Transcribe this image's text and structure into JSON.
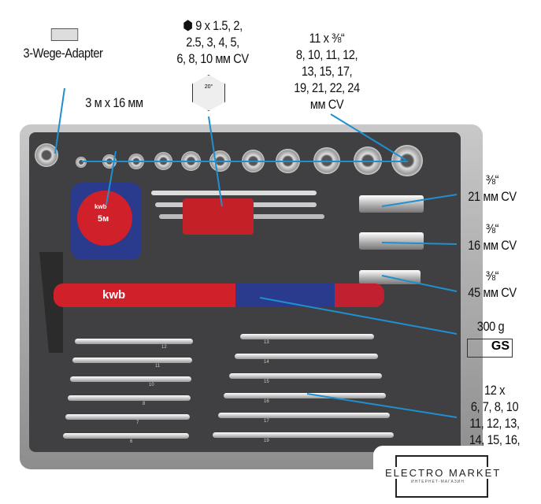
{
  "labels": {
    "adapter": "3-Wege-Adapter",
    "tape": "3 м x 16 мм",
    "hex_keys": [
      "9 x 1.5, 2,",
      "2.5, 3, 4, 5,",
      "6, 8, 10 мм CV"
    ],
    "hex_angle": "20°",
    "sockets": [
      "11 x ⅜“",
      "8, 10, 11, 12,",
      "13, 15, 17,",
      "19, 21, 22, 24",
      "мм CV"
    ],
    "socket21": [
      "⅜“",
      "21 мм CV"
    ],
    "socket16": [
      "⅜“",
      "16 мм CV"
    ],
    "socket45": [
      "⅜“",
      "45 мм CV"
    ],
    "hammer": "300 g",
    "cert": "GS",
    "wrenches": [
      "12 x",
      "6, 7, 8, 10",
      "11, 12, 13,",
      "14, 15, 16,"
    ]
  },
  "tools": {
    "brand": "kwb",
    "tape_size": "5м",
    "wrench_left": [
      "12",
      "11",
      "10",
      "8",
      "7",
      "6"
    ],
    "wrench_right": [
      "13",
      "14",
      "15",
      "16",
      "17",
      "19"
    ]
  },
  "watermark": {
    "title": "ELECTRO MARKET",
    "subtitle": "ИНТЕРНЕТ-МАГАЗИН"
  },
  "colors": {
    "leader": "#1f8fd0",
    "foam": "#404042"
  }
}
